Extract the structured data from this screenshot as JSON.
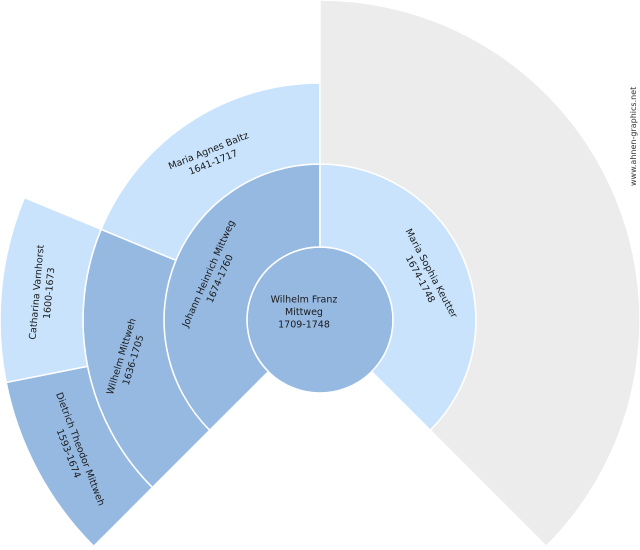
{
  "watermark": "www.ahnen-graphics.net",
  "colors": {
    "empty": "#ececec",
    "light": "#c8e3fb",
    "medium": "#96b9e2",
    "stroke": "#ffffff"
  },
  "persons": [
    {
      "id": "root",
      "generation": 0,
      "lines": [
        "Wilhelm Franz",
        "Mittweg",
        "1709-1748"
      ],
      "color": "medium"
    },
    {
      "id": "father",
      "generation": 1,
      "lines": [
        "Johann Heinrich Mittweg",
        "1674-1760"
      ],
      "color": "medium"
    },
    {
      "id": "mother",
      "generation": 1,
      "lines": [
        "Maria Sophia Keutter",
        "1674-1748"
      ],
      "color": "light"
    },
    {
      "id": "paternal-grandfather",
      "generation": 2,
      "lines": [
        "Wilhelm Mittweh",
        "1636-1705"
      ],
      "color": "medium"
    },
    {
      "id": "paternal-grandmother",
      "generation": 2,
      "lines": [
        "Maria Agnes Baltz",
        "1641-1717"
      ],
      "color": "light"
    },
    {
      "id": "maternal-grandparents",
      "generation": 2,
      "lines": [],
      "color": "empty"
    },
    {
      "id": "ggf-1",
      "generation": 3,
      "lines": [
        "Dietrich Theodor Mittweh",
        "1593-1674"
      ],
      "color": "medium"
    },
    {
      "id": "ggm-1",
      "generation": 3,
      "lines": [
        "Catharina Varnhorst",
        "1600-1673"
      ],
      "color": "light"
    }
  ]
}
